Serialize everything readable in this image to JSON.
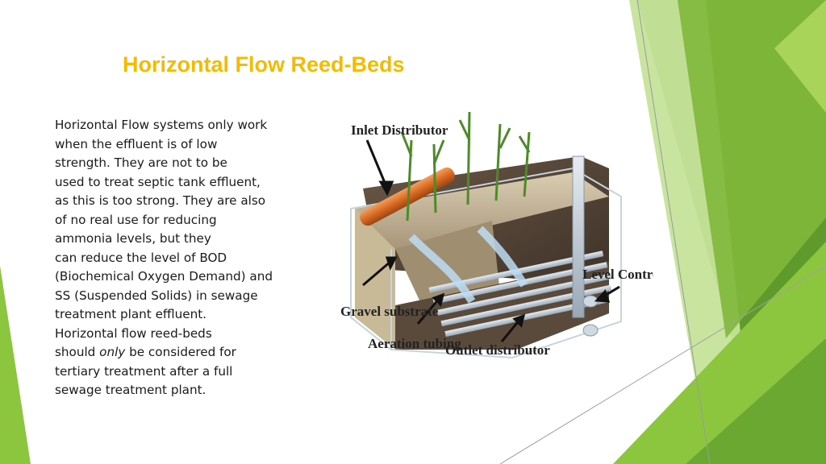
{
  "slide": {
    "title": "Horizontal Flow Reed-Beds",
    "body_lines": [
      "Horizontal Flow systems only work",
      "when the effluent is of low",
      "strength.  They are not to be",
      "used to treat septic tank effluent,",
      "as this is too strong. They are also",
      "of no real use for reducing",
      "ammonia levels, but they",
      "can reduce the level of BOD",
      "(Biochemical Oxygen Demand) and",
      "SS (Suspended Solids) in sewage",
      "treatment plant effluent.",
      "Horizontal flow reed-beds",
      "should ",
      "only",
      " be considered for",
      "tertiary treatment after a full",
      "sewage treatment plant."
    ]
  },
  "diagram": {
    "labels": {
      "inlet_distributor": "Inlet Distributor",
      "level_control": "Level Control",
      "gravel_substrate": "Gravel substrate",
      "aeration_tubing": "Aeration tubing",
      "outlet_distributor": "Outlet distributor"
    }
  },
  "colors": {
    "title": "#f5bb00",
    "green_dark": "#5e9a2c",
    "green_mid": "#8cc63f",
    "green_light": "#c5e39a"
  }
}
